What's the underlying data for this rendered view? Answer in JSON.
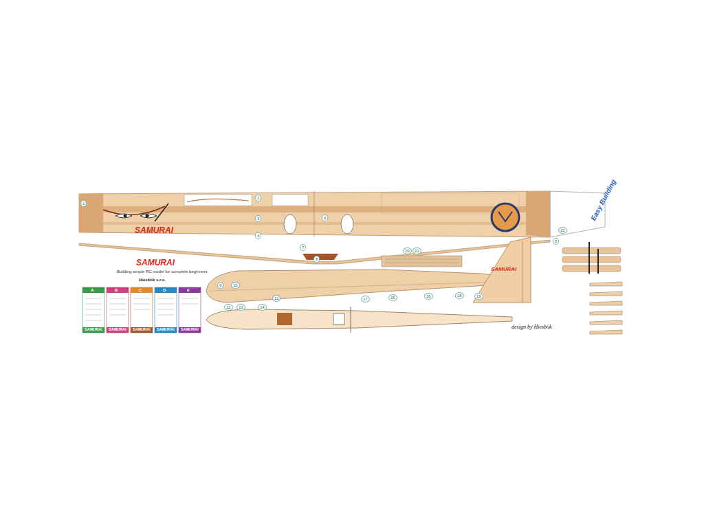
{
  "diagram": {
    "title": "SAMURAI",
    "labels": [
      "SAMURAI",
      "Building simple RC model for complete beginners",
      "Hiesbök s.r.o.",
      "SAMURAI",
      "Easy Building",
      "design by Hiesbök",
      "A",
      "B",
      "C",
      "D",
      "E",
      "SAMURAI",
      "SAMURAI",
      "SAMURAI",
      "SAMURAI",
      "SAMURAI",
      "1",
      "2",
      "3",
      "4",
      "5",
      "6",
      "7",
      "8",
      "9",
      "10",
      "11",
      "12",
      "13",
      "14",
      "15",
      "16",
      "17",
      "18",
      "19",
      "20",
      "21",
      "22"
    ]
  }
}
